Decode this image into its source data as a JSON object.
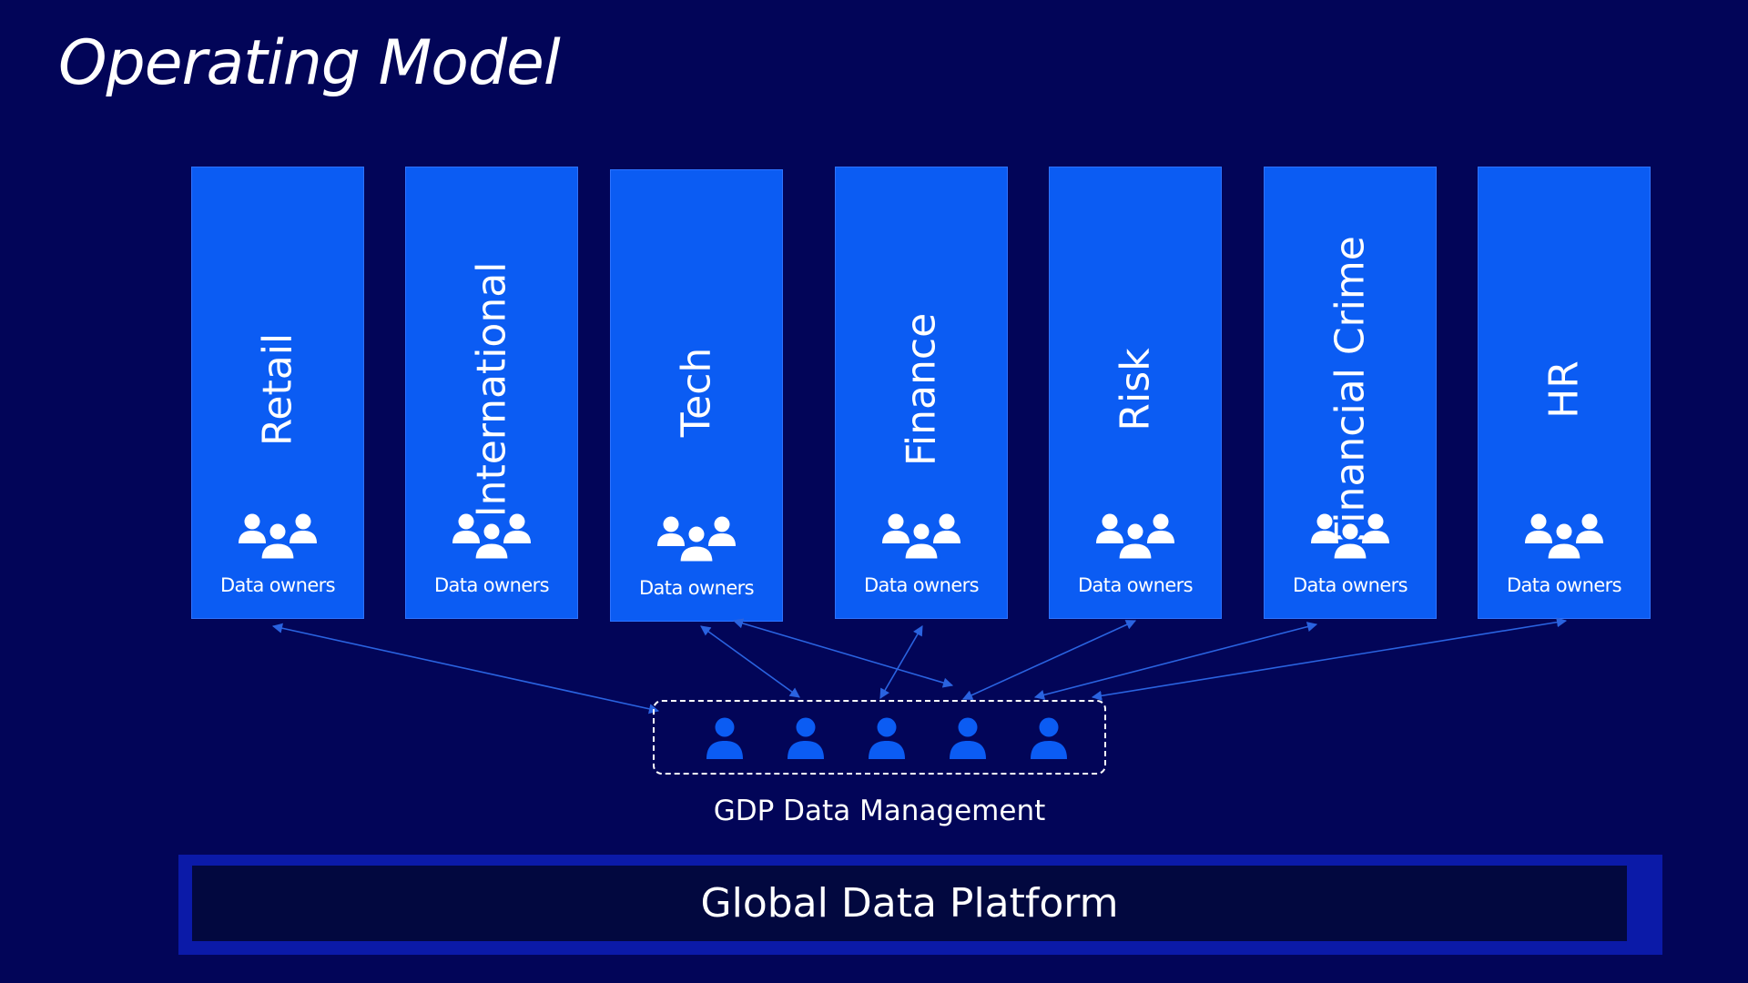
{
  "title": "Operating Model",
  "columns": [
    {
      "label": "Retail",
      "owners": "Data owners",
      "icon": "group-icon"
    },
    {
      "label": "International",
      "owners": "Data owners",
      "icon": "group-icon"
    },
    {
      "label": "Tech",
      "owners": "Data owners",
      "icon": "group-icon"
    },
    {
      "label": "Finance",
      "owners": "Data owners",
      "icon": "group-icon"
    },
    {
      "label": "Risk",
      "owners": "Data owners",
      "icon": "group-icon"
    },
    {
      "label": "Financial Crime",
      "owners": "Data owners",
      "icon": "group-icon"
    },
    {
      "label": "HR",
      "owners": "Data owners",
      "icon": "group-icon"
    }
  ],
  "team": {
    "label": "GDP Data Management",
    "member_icon": "person-icon",
    "member_count": 5
  },
  "platform": {
    "label": "Global Data Platform"
  },
  "colors": {
    "background": "#020558",
    "column": "#0b5cf3",
    "connector": "#2a63e0",
    "platform_outer": "#0b1aa8",
    "platform_inner": "#02083f"
  }
}
